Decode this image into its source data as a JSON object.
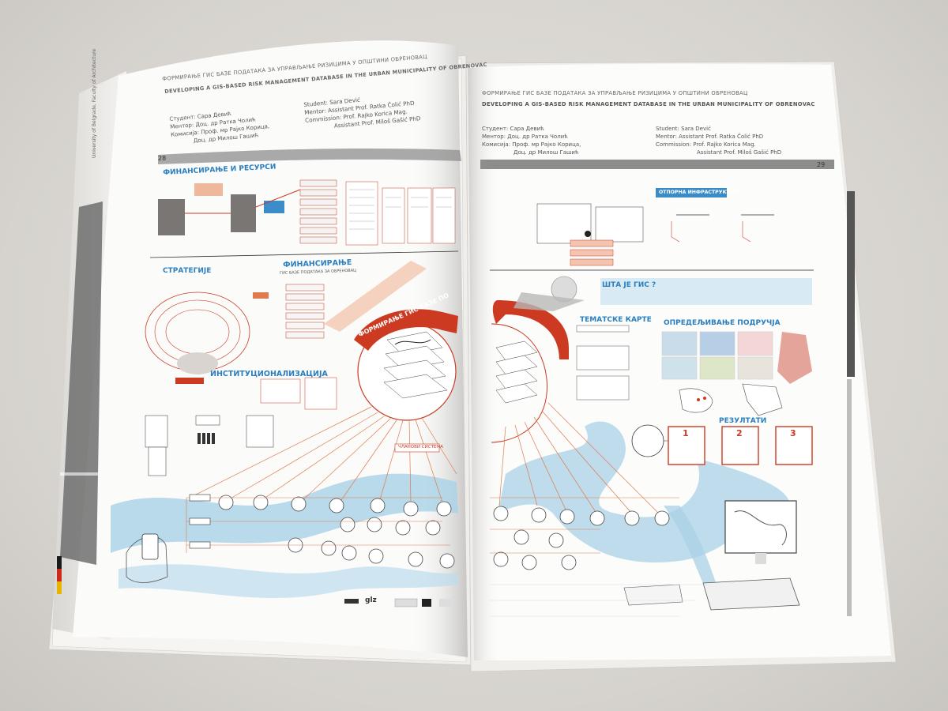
{
  "left_page": {
    "title_sr": "ФОРМИРАЊЕ ГИС БАЗЕ ПОДАТАКА ЗА УПРАВЉАЊЕ РИЗИЦИМА У ОПШТИНИ ОБРЕНОВАЦ",
    "title_en": "DEVELOPING A GIS-BASED RISK MANAGEMENT DATABASE IN THE URBAN MUNICIPALITY OF OBRENOVAC",
    "credits_sr": [
      "Студент: Сара Девић",
      "Ментор: Доц. др Ратка Чолић",
      "Комисија: Проф. мр Рајко Корица,",
      "Доц. др Милош Гашић"
    ],
    "credits_en": [
      "Student: Sara Dević",
      "Mentor: Assistant Prof. Ratka Čolić PhD",
      "Commission: Prof. Rajko Korica Mag.",
      "Assistant Prof. Miloš Gašić PhD"
    ],
    "page_number": "28",
    "spine_text": "University of Belgrade, Faculty of Architecture",
    "headings": {
      "finance": "ФИНАНСИРАЊЕ И РЕСУРСИ",
      "strategy": "СТРАТЕГИЈЕ",
      "funding": "ФИНАНСИРАЊЕ",
      "funding_sub": "ГИС БАЗЕ ПОДАТАКА ЗА ОБРЕНОВАЦ",
      "institution": "ИНСТИТУЦИОНАЛИЗАЦИЈА",
      "circle_title": "ФОРМИРАЊЕ ГИС БАЗЕ ПО",
      "members": "ЧЛАНОВИ СИСТЕМА"
    },
    "logos": [
      "glz"
    ]
  },
  "right_page": {
    "title_sr": "ФОРМИРАЊЕ ГИС БАЗЕ ПОДАТАКА ЗА УПРАВЉАЊЕ РИЗИЦИМА У ОПШТИНИ ОБРЕНОВАЦ",
    "title_en": "DEVELOPING A GIS-BASED RISK MANAGEMENT DATABASE IN THE URBAN MUNICIPALITY OF OBRENOVAC",
    "credits_sr": [
      "Студент: Сара Девић",
      "Ментор: Доц. др Ратка Чолић",
      "Комисија: Проф. мр Рајко Корица,",
      "Доц. др Милош Гашић"
    ],
    "credits_en": [
      "Student: Sara Dević",
      "Mentor: Assistant Prof. Ratka Čolić PhD",
      "Commission: Prof. Rajko Korica Mag.",
      "Assistant Prof. Miloš Gašić PhD"
    ],
    "page_number": "29",
    "headings": {
      "infra": "ОТПОРНА ИНФРАСТРУКТУРА",
      "what_gis": "ШТА ЈЕ ГИС ?",
      "thematic": "ТЕМАТСКЕ КАРТЕ",
      "area": "ОПРЕДЕЉИВАЊЕ ПОДРУЧЈА",
      "results": "РЕЗУЛТАТИ"
    },
    "result_numbers": [
      "1",
      "2",
      "3"
    ]
  },
  "colors": {
    "accent_red": "#cc3a22",
    "orange": "#e07a4e",
    "blue_heading": "#2a7fc0",
    "river": "#a9d2e6",
    "band_grey": "#8d8d8d"
  }
}
